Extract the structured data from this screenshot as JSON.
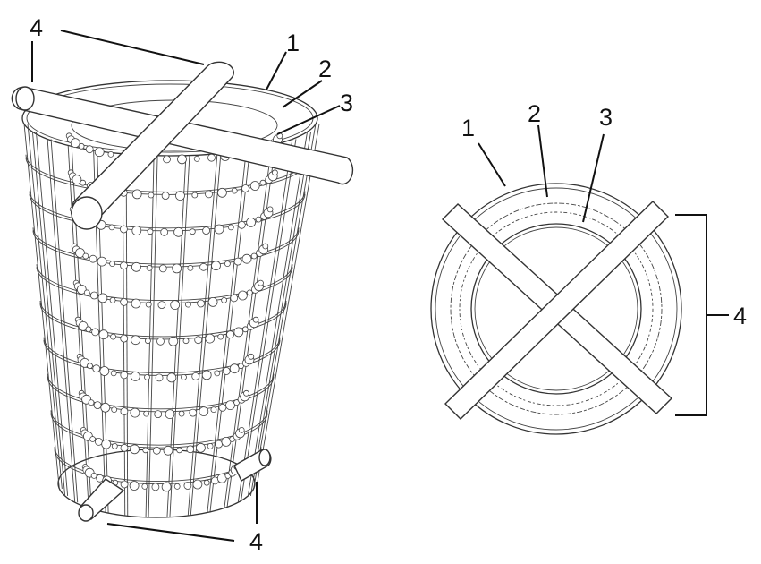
{
  "labels": {
    "left_4_top": "4",
    "left_1": "1",
    "left_2": "2",
    "left_3": "3",
    "left_4_bottom": "4",
    "right_1": "1",
    "right_2": "2",
    "right_3": "3",
    "right_4": "4"
  },
  "colors": {
    "line": "#333333",
    "background": "#ffffff"
  }
}
